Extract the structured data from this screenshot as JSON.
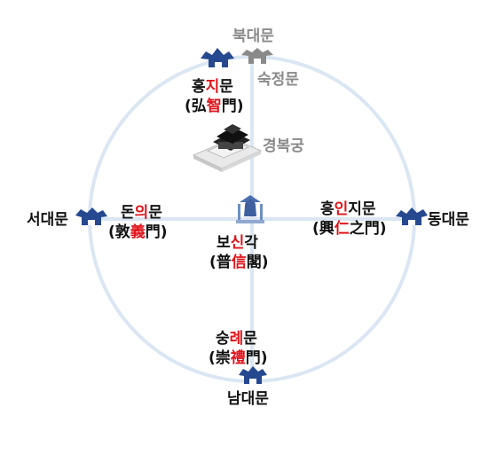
{
  "colors": {
    "circle": "#dbe6f3",
    "gate_blue": "#25488f",
    "gate_gray": "#8a8a8a",
    "accent_red": "#e0141b",
    "text": "#111111"
  },
  "gates": {
    "north": {
      "direction": "북대문",
      "name_pre": "홍",
      "name_key": "지",
      "name_post": "문",
      "hanja_open": "(弘",
      "hanja_key": "智",
      "hanja_close": "門)",
      "old_name": "숙정문"
    },
    "west": {
      "direction": "서대문",
      "name_pre": "돈",
      "name_key": "의",
      "name_post": "문",
      "hanja_open": "(敦",
      "hanja_key": "義",
      "hanja_close": "門)"
    },
    "east": {
      "direction": "동대문",
      "name_pre": "흥",
      "name_key": "인",
      "name_post": "지문",
      "hanja_open": "(興",
      "hanja_key": "仁",
      "hanja_close": "之門)"
    },
    "south": {
      "direction": "남대문",
      "name_pre": "숭",
      "name_key": "례",
      "name_post": "문",
      "hanja_open": "(崇",
      "hanja_key": "禮",
      "hanja_close": "門)"
    },
    "center": {
      "name_pre": "보",
      "name_key": "신",
      "name_post": "각",
      "hanja_open": "(普",
      "hanja_key": "信",
      "hanja_close": "閣)"
    }
  },
  "palace": {
    "name": "경복궁"
  }
}
